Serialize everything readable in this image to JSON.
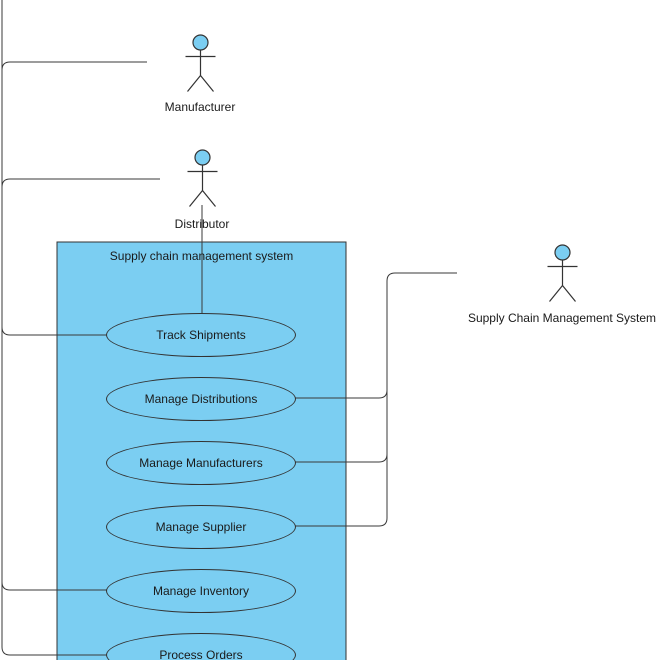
{
  "diagram": {
    "type": "uml-use-case-diagram",
    "system_boundary": {
      "title": "Supply chain management system"
    },
    "actors": [
      {
        "id": "manufacturer",
        "label": "Manufacturer"
      },
      {
        "id": "distributor",
        "label": "Distributor"
      },
      {
        "id": "scms",
        "label": "Supply Chain Management System"
      }
    ],
    "use_cases": [
      {
        "id": "track-shipments",
        "label": "Track Shipments"
      },
      {
        "id": "manage-distributions",
        "label": "Manage Distributions"
      },
      {
        "id": "manage-manufacturers",
        "label": "Manage Manufacturers"
      },
      {
        "id": "manage-supplier",
        "label": "Manage Supplier"
      },
      {
        "id": "manage-inventory",
        "label": "Manage Inventory"
      },
      {
        "id": "process-orders",
        "label": "Process Orders"
      }
    ],
    "colors": {
      "shape_fill": "#7bcef2",
      "stroke": "#333333",
      "background": "#ffffff",
      "text": "#1a1a1a"
    }
  }
}
